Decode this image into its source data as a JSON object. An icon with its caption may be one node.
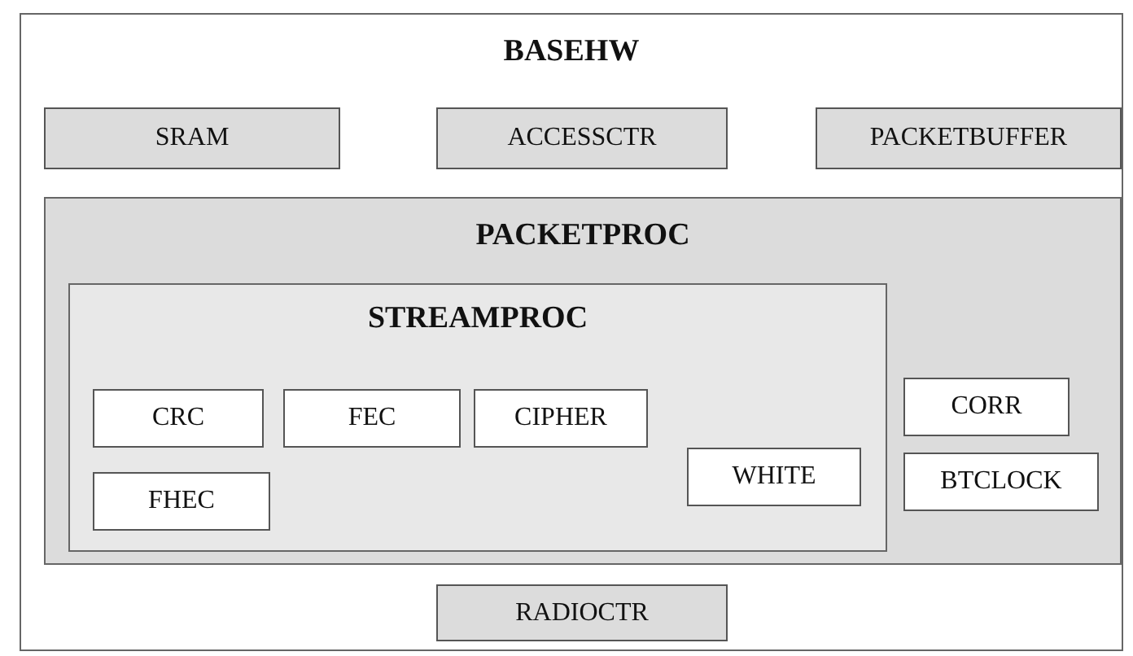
{
  "diagram": {
    "nodes": [
      {
        "text": [
          "BASEHW"
        ]
      },
      {
        "text": [
          "SRAM"
        ],
        "in": 0
      },
      {
        "text": [
          "ACCESSCTR"
        ],
        "in": 0
      },
      {
        "text": [
          "PACKETBUFFER"
        ],
        "in": 0
      },
      {
        "text": [
          "PACKETPROC"
        ],
        "in": 0
      },
      {
        "text": [
          "STREAMPROC"
        ],
        "in": 4
      },
      {
        "text": [
          "CRC"
        ],
        "in": 5
      },
      {
        "text": [
          "FEC"
        ],
        "in": 5
      },
      {
        "text": [
          "CIPHER"
        ],
        "in": 5
      },
      {
        "text": [
          "FHEC"
        ],
        "in": 5
      },
      {
        "text": [
          "WHITE"
        ],
        "in": 5
      },
      {
        "text": [
          "CORR"
        ],
        "in": 4
      },
      {
        "text": [
          "BTCLOCK"
        ],
        "in": 4
      },
      {
        "text": [
          "RADIOCTR"
        ],
        "in": 0
      }
    ]
  }
}
